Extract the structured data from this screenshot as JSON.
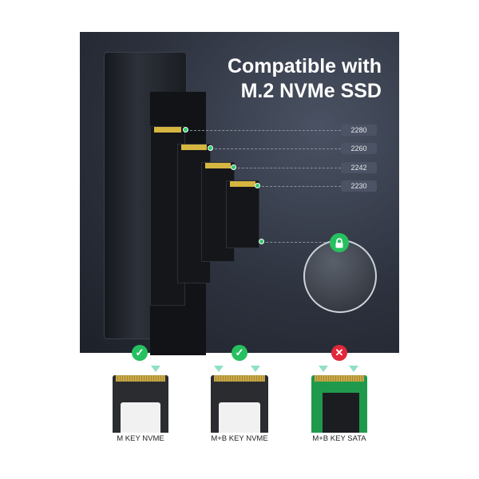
{
  "headline": {
    "line1": "Compatible with",
    "line2": "M.2 NVMe SSD"
  },
  "sizes": [
    "2280",
    "2260",
    "2242",
    "2230"
  ],
  "compatibility": [
    {
      "label": "M KEY NVME",
      "compatible": true,
      "icon": "check-icon"
    },
    {
      "label": "M+B KEY NVME",
      "compatible": true,
      "icon": "check-icon"
    },
    {
      "label": "M+B KEY SATA",
      "compatible": false,
      "icon": "cross-icon"
    }
  ],
  "colors": {
    "ok": "#27c060",
    "bad": "#e0283a",
    "panel": "#2c313d"
  },
  "symbols": {
    "check": "✓",
    "cross": "✕"
  }
}
